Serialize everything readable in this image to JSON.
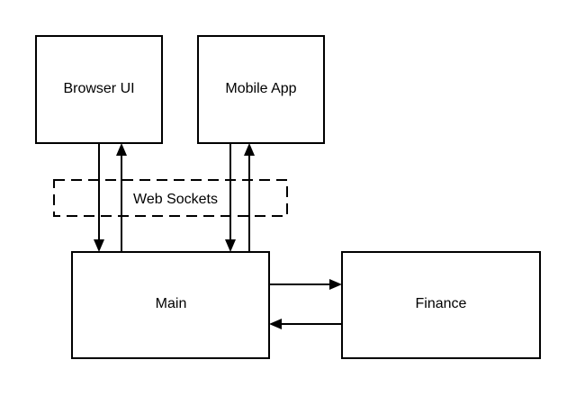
{
  "diagram": {
    "nodes": {
      "browser_ui": {
        "label": "Browser UI"
      },
      "mobile_app": {
        "label": "Mobile App"
      },
      "main": {
        "label": "Main"
      },
      "finance": {
        "label": "Finance"
      }
    },
    "groups": {
      "web_sockets": {
        "label": "Web Sockets",
        "style": "dashed"
      }
    },
    "edges": [
      {
        "from": "browser_ui",
        "to": "main"
      },
      {
        "from": "main",
        "to": "browser_ui"
      },
      {
        "from": "mobile_app",
        "to": "main"
      },
      {
        "from": "main",
        "to": "mobile_app"
      },
      {
        "from": "main",
        "to": "finance"
      },
      {
        "from": "finance",
        "to": "main"
      }
    ]
  }
}
